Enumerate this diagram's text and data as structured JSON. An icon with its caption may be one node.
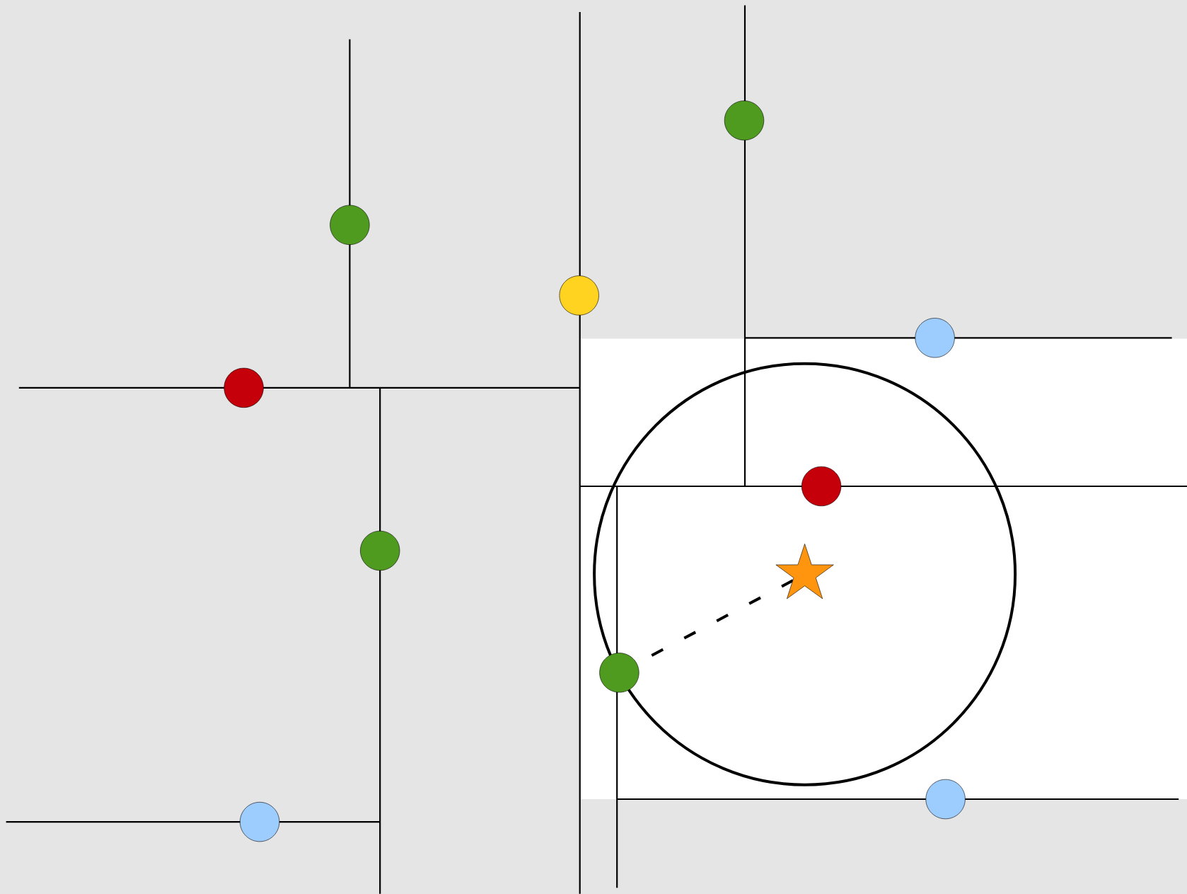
{
  "diagram": {
    "nodes": [
      {
        "text": [],
        "shape": "circle"
      },
      {
        "text": [],
        "shape": "circle"
      },
      {
        "text": [],
        "shape": "circle"
      },
      {
        "text": [],
        "shape": "circle"
      },
      {
        "text": [],
        "shape": "circle"
      },
      {
        "text": [],
        "shape": "circle"
      },
      {
        "text": [],
        "shape": "circle"
      },
      {
        "text": [],
        "shape": "star"
      },
      {
        "text": [],
        "shape": "circle"
      },
      {
        "text": [],
        "shape": "circle"
      },
      {
        "text": [],
        "shape": "circle"
      }
    ],
    "edges": [
      {
        "from": 8,
        "to": 7,
        "arrow": "none",
        "style": "dashed"
      }
    ]
  }
}
